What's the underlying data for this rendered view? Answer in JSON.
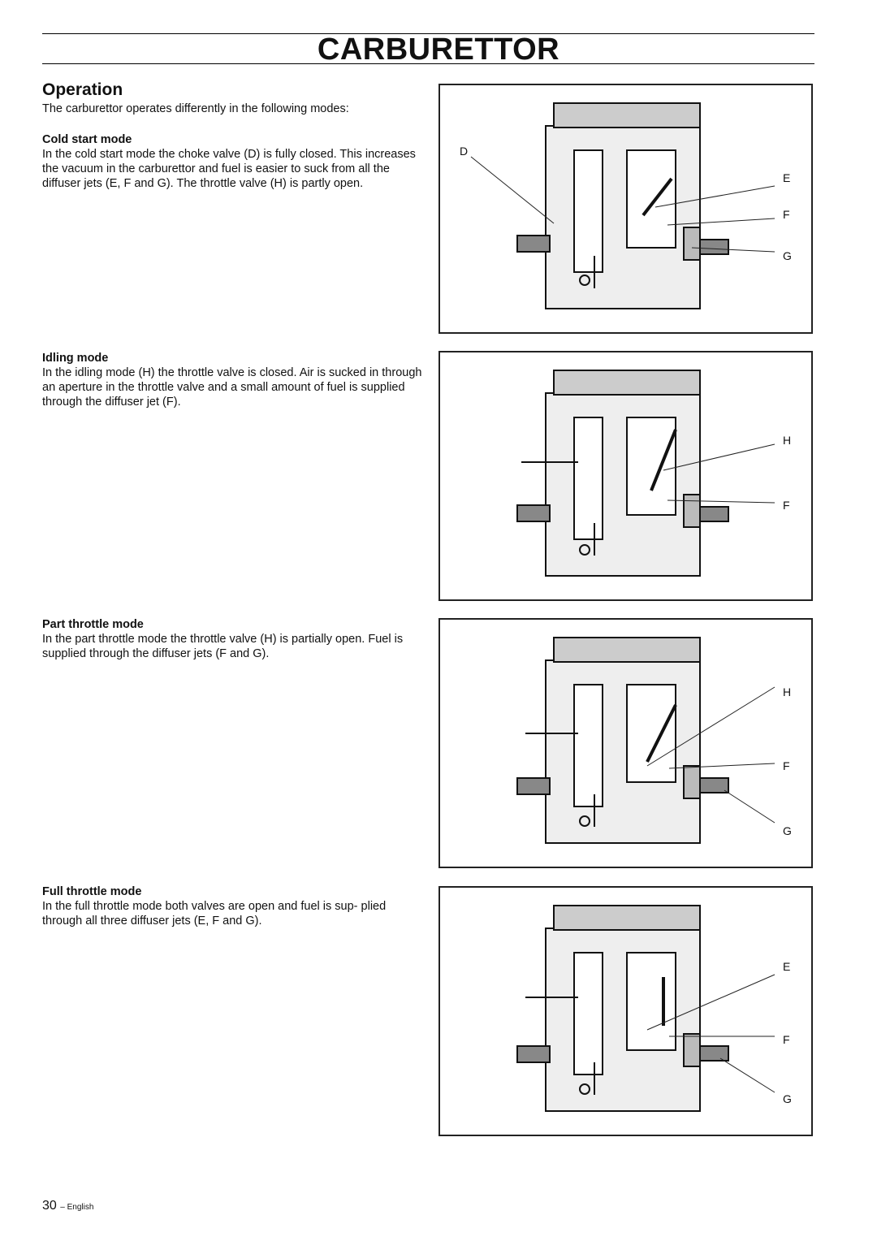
{
  "header": {
    "title": "CARBURETTOR"
  },
  "heading": "Operation",
  "intro": "The carburettor operates differently in the following modes:",
  "sections": [
    {
      "title": "Cold start mode",
      "text": "In the cold start mode the choke valve (D) is fully closed. This increases the vacuum in the carburettor and fuel is easier to suck from all the diffuser jets (E, F and G). The throttle valve (H) is partly open.",
      "labels": [
        "D",
        "E",
        "F",
        "G"
      ]
    },
    {
      "title": "Idling mode",
      "text": "In the idling mode (H) the throttle valve is closed. Air is sucked in through an aperture in the throttle valve and a small amount of fuel is supplied through the diffuser jet (F).",
      "labels": [
        "H",
        "F"
      ]
    },
    {
      "title": "Part throttle mode",
      "text": "In the part throttle mode the throttle valve (H) is partially open. Fuel is supplied through the diffuser jets (F and G).",
      "labels": [
        "H",
        "F",
        "G"
      ]
    },
    {
      "title": "Full throttle mode",
      "text": "In the full throttle mode both valves are open and fuel is sup- plied through all three diffuser jets (E, F and G).",
      "labels": [
        "E",
        "F",
        "G"
      ]
    }
  ],
  "footer": {
    "page_number": "30",
    "language": "– English"
  }
}
